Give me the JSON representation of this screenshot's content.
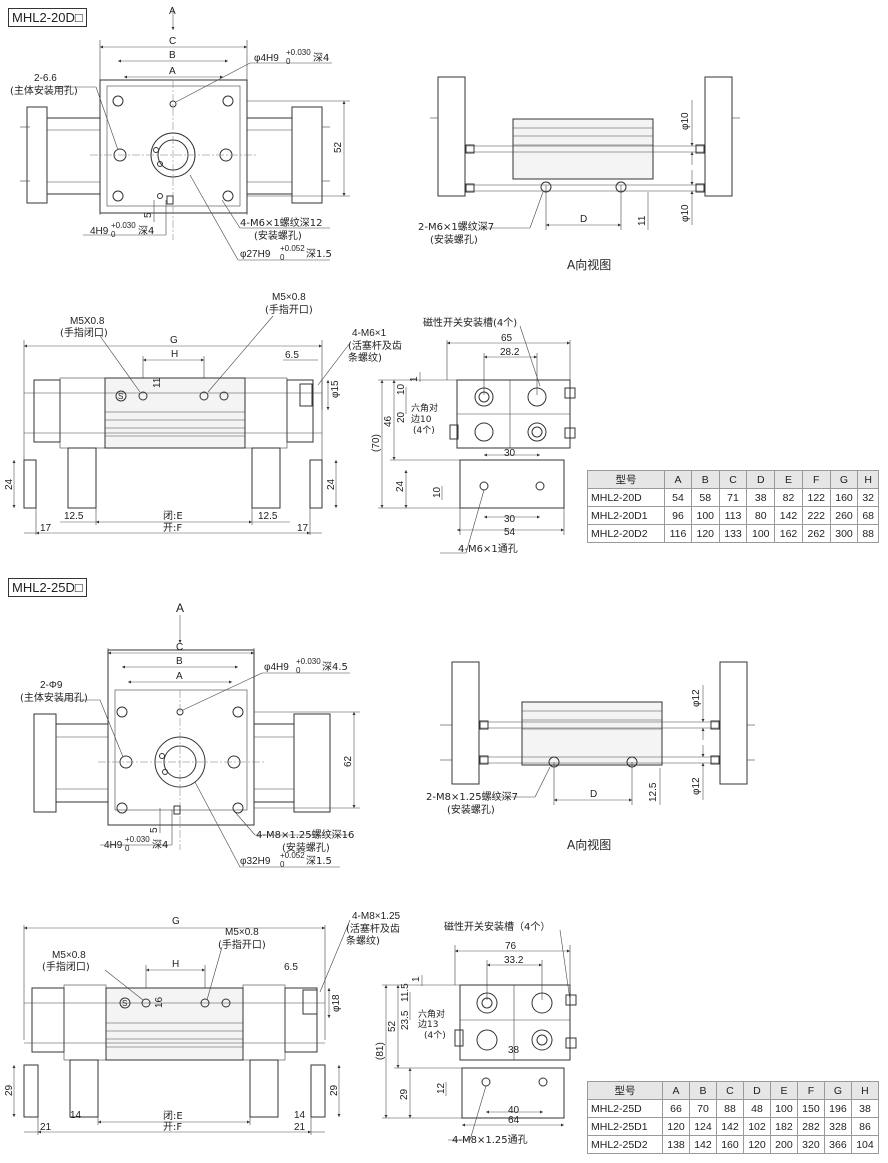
{
  "sections": [
    {
      "title": "MHL2-20D□",
      "view_caption": "A向视图",
      "top_labels": {
        "arrow": "A",
        "C": "C",
        "B": "B",
        "A": "A",
        "mount_holes": "2-6.6",
        "mount_holes_note": "(主体安装用孔)",
        "pin_top": "φ4H9",
        "pin_top_tol": "+0.030",
        "pin_top_tol0": "0",
        "pin_top_depth": "深4",
        "dim_52": "52",
        "dim_5": "5",
        "pin_bottom": "4H9",
        "pin_bottom_tol": "+0.030",
        "pin_bottom_tol0": "0",
        "pin_bottom_depth": "深4",
        "thread": "4-M6×1螺纹深12",
        "thread_note": "(安装螺孔)",
        "bore": "φ27H9",
        "bore_tol": "+0.052",
        "bore_tol0": "0",
        "bore_depth": "深1.5"
      },
      "side_labels": {
        "phi10_top": "φ10",
        "phi10_bottom": "φ10",
        "dim_11": "11",
        "D": "D",
        "thread": "2-M6×1螺纹深7",
        "thread_note": "(安装螺孔)"
      },
      "front_labels": {
        "G": "G",
        "H": "H",
        "E": "闭:E",
        "F": "开:F",
        "port_close": "M5X0.8",
        "port_close_note": "(手指闭口)",
        "port_open": "M5×0.8",
        "port_open_note": "(手指开口)",
        "rod_thread": "4-M6×1",
        "rod_thread_note1": "(活塞杆及齿",
        "rod_thread_note2": "条螺纹)",
        "dim_6_5": "6.5",
        "dim_11": "11",
        "phi15": "φ15",
        "dim_24_left": "24",
        "dim_24_right": "24",
        "dim_12_5_left": "12.5",
        "dim_12_5_right": "12.5",
        "dim_17_left": "17",
        "dim_17_right": "17"
      },
      "end_labels": {
        "switch_slot": "磁性开关安装槽(4个)",
        "dim_65": "65",
        "dim_28_2": "28.2",
        "dim_1": "1",
        "dim_10": "10",
        "dim_20": "20",
        "dim_46": "46",
        "dim_70": "(70)",
        "hex": "六角对",
        "hex2": "边10",
        "hex3": "(4个)",
        "dim_30_top": "30",
        "dim_24": "24",
        "dim_10b": "10",
        "dim_30": "30",
        "dim_54": "54",
        "through": "4-M6×1通孔"
      },
      "table": {
        "headers": [
          "型号",
          "A",
          "B",
          "C",
          "D",
          "E",
          "F",
          "G",
          "H"
        ],
        "rows": [
          [
            "MHL2-20D",
            "54",
            "58",
            "71",
            "38",
            "82",
            "122",
            "160",
            "32"
          ],
          [
            "MHL2-20D1",
            "96",
            "100",
            "113",
            "80",
            "142",
            "222",
            "260",
            "68"
          ],
          [
            "MHL2-20D2",
            "116",
            "120",
            "133",
            "100",
            "162",
            "262",
            "300",
            "88"
          ]
        ]
      }
    },
    {
      "title": "MHL2-25D□",
      "view_caption": "A向视图",
      "top_labels": {
        "arrow": "A",
        "C": "C",
        "B": "B",
        "A": "A",
        "mount_holes": "2-Φ9",
        "mount_holes_note": "(主体安装用孔)",
        "pin_top": "φ4H9",
        "pin_top_tol": "+0.030",
        "pin_top_tol0": "0",
        "pin_top_depth": "深4.5",
        "dim_52": "62",
        "dim_5": "5",
        "pin_bottom": "4H9",
        "pin_bottom_tol": "+0.030",
        "pin_bottom_tol0": "0",
        "pin_bottom_depth": "深4",
        "thread": "4-M8×1.25螺纹深16",
        "thread_note": "(安装螺孔)",
        "bore": "φ32H9",
        "bore_tol": "+0.052",
        "bore_tol0": "0",
        "bore_depth": "深1.5"
      },
      "side_labels": {
        "phi10_top": "φ12",
        "phi10_bottom": "φ12",
        "dim_11": "12.5",
        "D": "D",
        "thread": "2-M8×1.25螺纹深7",
        "thread_note": "(安装螺孔)"
      },
      "front_labels": {
        "G": "G",
        "H": "H",
        "E": "闭:E",
        "F": "开:F",
        "port_close": "M5×0.8",
        "port_close_note": "(手指闭口)",
        "port_open": "M5×0.8",
        "port_open_note": "(手指开口)",
        "rod_thread": "4-M8×1.25",
        "rod_thread_note1": "(活塞杆及齿",
        "rod_thread_note2": "条螺纹)",
        "dim_6_5": "6.5",
        "dim_11": "16",
        "phi15": "φ18",
        "dim_24_left": "29",
        "dim_24_right": "29",
        "dim_12_5_left": "14",
        "dim_12_5_right": "14",
        "dim_17_left": "21",
        "dim_17_right": "21"
      },
      "end_labels": {
        "switch_slot": "磁性开关安装槽（4个）",
        "dim_65": "76",
        "dim_28_2": "33.2",
        "dim_1": "1",
        "dim_10": "11.5",
        "dim_20": "23.5",
        "dim_46": "52",
        "dim_70": "(81)",
        "hex": "六角对",
        "hex2": "边13",
        "hex3": "(4个)",
        "dim_30_top": "38",
        "dim_24": "29",
        "dim_10b": "12",
        "dim_30": "40",
        "dim_54": "64",
        "through": "4-M8×1.25通孔"
      },
      "table": {
        "headers": [
          "型号",
          "A",
          "B",
          "C",
          "D",
          "E",
          "F",
          "G",
          "H"
        ],
        "rows": [
          [
            "MHL2-25D",
            "66",
            "70",
            "88",
            "48",
            "100",
            "150",
            "196",
            "38"
          ],
          [
            "MHL2-25D1",
            "120",
            "124",
            "142",
            "102",
            "182",
            "282",
            "328",
            "86"
          ],
          [
            "MHL2-25D2",
            "138",
            "142",
            "160",
            "120",
            "200",
            "320",
            "366",
            "104"
          ]
        ]
      }
    }
  ]
}
